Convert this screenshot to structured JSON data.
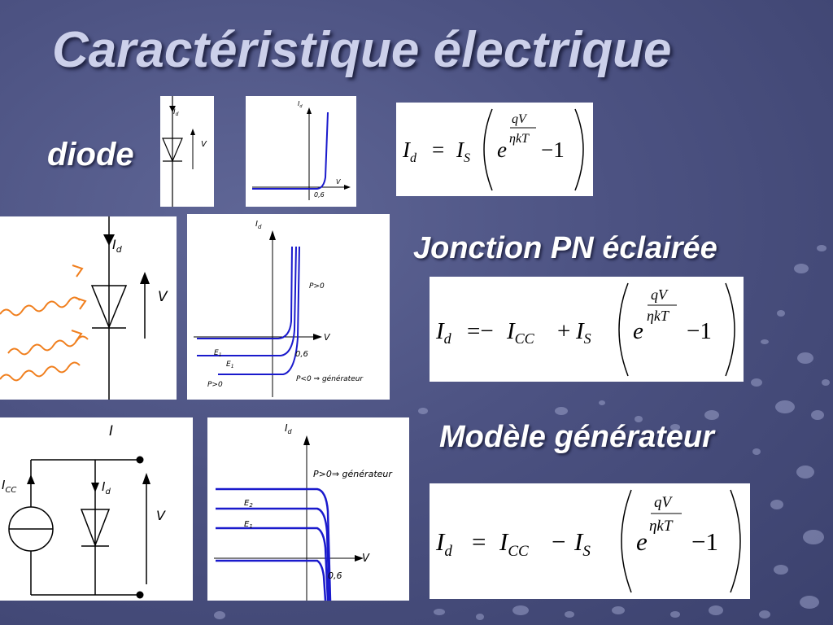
{
  "title": "Caractéristique électrique",
  "sections": [
    {
      "heading": "diode",
      "circuit": {
        "current": "I",
        "current_sub": "d",
        "voltage": "V"
      },
      "graph": {
        "y_axis": "I",
        "y_sub": "d",
        "x_axis": "V",
        "threshold": "0,6"
      },
      "formula": {
        "lhs": "I",
        "lhs_sub": "d",
        "is": "I",
        "is_sub": "S",
        "exp_base": "e",
        "exp_num": "qV",
        "exp_den": "ηkT",
        "minus_one": "−1"
      }
    },
    {
      "heading": "Jonction PN éclairée",
      "circuit": {
        "current": "I",
        "current_sub": "d",
        "voltage": "V"
      },
      "graph": {
        "y_axis": "I",
        "y_sub": "d",
        "x_axis": "V",
        "threshold": "0,6",
        "label_p_pos": "P>0",
        "label_e1a": "E",
        "label_e1b": "E",
        "e_sub": "1",
        "label_p_pos2": "P>0",
        "label_p_neg": "P<0 ⇒ générateur"
      },
      "formula": {
        "lhs": "I",
        "lhs_sub": "d",
        "icc": "I",
        "icc_sub": "CC",
        "is": "I",
        "is_sub": "S",
        "exp_base": "e",
        "exp_num": "qV",
        "exp_den": "ηkT",
        "minus_one": "−1"
      }
    },
    {
      "heading": "Modèle générateur",
      "circuit": {
        "current_total": "I",
        "icc": "I",
        "icc_sub": "CC",
        "id": "I",
        "id_sub": "d",
        "voltage": "V"
      },
      "graph": {
        "y_axis": "I",
        "y_sub": "d",
        "x_axis": "V",
        "threshold": "0,6",
        "label_gen": "P>0⇒ générateur",
        "label_e2": "E",
        "e2_sub": "2",
        "label_e1": "E",
        "e1_sub": "1"
      },
      "formula": {
        "lhs": "I",
        "lhs_sub": "d",
        "icc": "I",
        "icc_sub": "CC",
        "is": "I",
        "is_sub": "S",
        "exp_base": "e",
        "exp_num": "qV",
        "exp_den": "ηkT",
        "minus_one": "−1"
      }
    }
  ],
  "colors": {
    "curve": "#1a1acc",
    "rays": "#f07f1e",
    "title": "#ccd0ea",
    "heading": "#ffffff"
  }
}
